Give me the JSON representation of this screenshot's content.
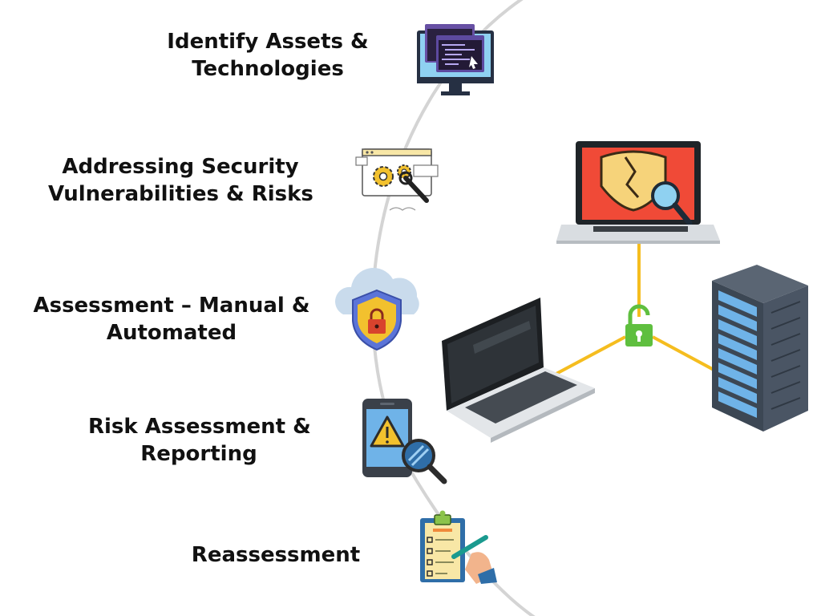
{
  "steps": [
    {
      "line1": "Identify Assets &",
      "line2": "Technologies",
      "icon": "monitor-code-icon"
    },
    {
      "line1": "Addressing Security",
      "line2": "Vulnerabilities & Risks",
      "icon": "gear-wrench-webpage-icon"
    },
    {
      "line1": "Assessment – Manual &",
      "line2": "Automated",
      "icon": "cloud-shield-lock-icon"
    },
    {
      "line1": "Risk Assessment &",
      "line2": "Reporting",
      "icon": "phone-warning-magnifier-icon"
    },
    {
      "line1": "Reassessment",
      "line2": "",
      "icon": "clipboard-checklist-icon"
    }
  ],
  "colors": {
    "arc": "#d4d4d4",
    "connector": "#f5bd1f",
    "lock": "#5fbf3f",
    "laptop_screen_alert": "#f04a37",
    "server_body": "#3c4754",
    "server_bays": "#6fb3e8"
  }
}
